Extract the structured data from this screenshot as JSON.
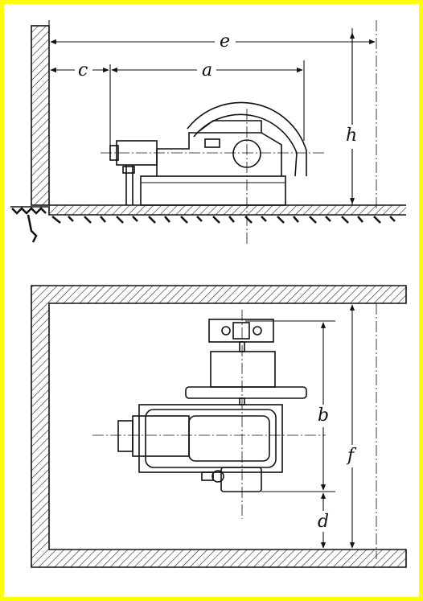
{
  "labels": {
    "e": "e",
    "c": "c",
    "a": "a",
    "h": "h",
    "b": "b",
    "f": "f",
    "d": "d"
  },
  "colors": {
    "frame": "#ffff00",
    "ink": "#111111",
    "paper": "#ffffff"
  }
}
